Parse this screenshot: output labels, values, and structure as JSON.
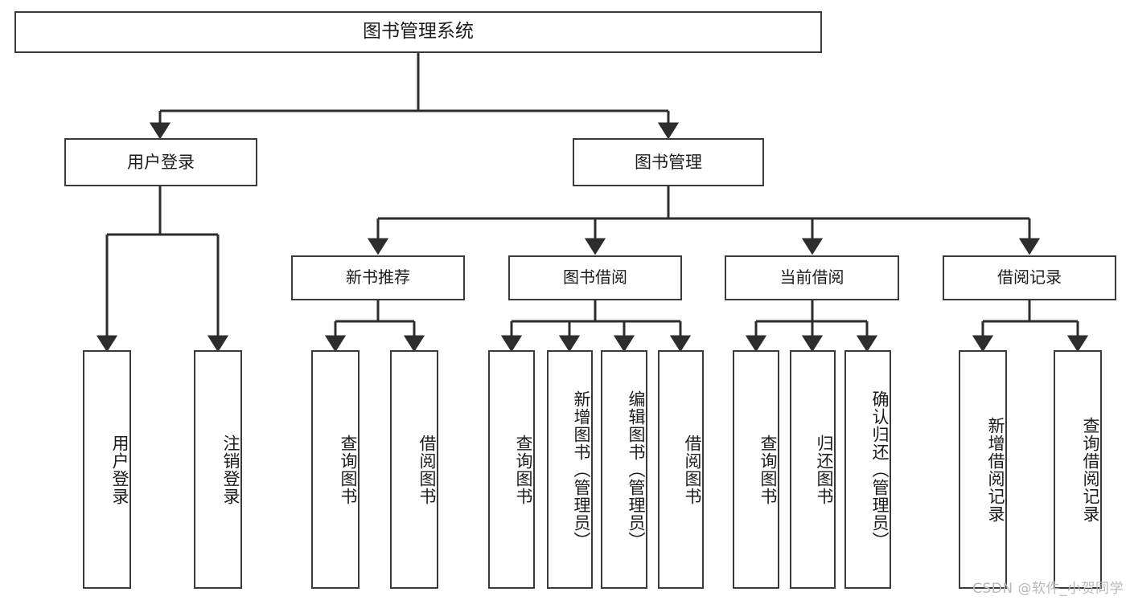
{
  "diagram": {
    "title": "图书管理系统",
    "type": "tree-hierarchy-diagram",
    "colors": {
      "stroke": "#3a3a3a",
      "background": "#ffffff",
      "text": "#1b1b1b",
      "watermark": "#b9b9b9"
    },
    "root": {
      "label": "图书管理系统"
    },
    "level1": [
      {
        "label": "用户登录"
      },
      {
        "label": "图书管理"
      }
    ],
    "level2": [
      {
        "label": "新书推荐"
      },
      {
        "label": "图书借阅"
      },
      {
        "label": "当前借阅"
      },
      {
        "label": "借阅记录"
      }
    ],
    "leaves": {
      "user_login": [
        {
          "label": "用户登录"
        },
        {
          "label": "注销登录"
        }
      ],
      "new_book_recommend": [
        {
          "label": "查询图书"
        },
        {
          "label": "借阅图书"
        }
      ],
      "book_borrow": [
        {
          "label": "查询图书"
        },
        {
          "label": "新增图书（管理员）"
        },
        {
          "label": "编辑图书（管理员）"
        },
        {
          "label": "借阅图书"
        }
      ],
      "current_borrow": [
        {
          "label": "查询图书"
        },
        {
          "label": "归还图书"
        },
        {
          "label": "确认归还（管理员）"
        }
      ],
      "borrow_record": [
        {
          "label": "新增借阅记录"
        },
        {
          "label": "查询借阅记录"
        }
      ]
    }
  },
  "watermark": {
    "text": "CSDN @软件_小贺同学"
  }
}
